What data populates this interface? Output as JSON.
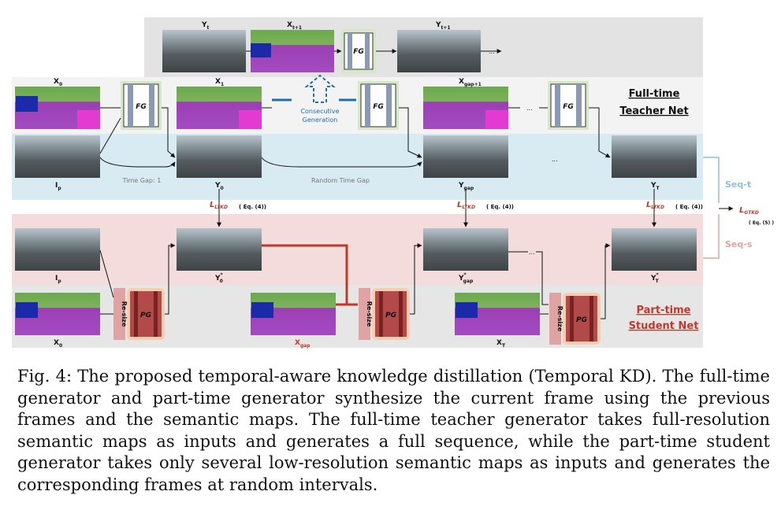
{
  "figure": {
    "top_labels": {
      "yt": "Y",
      "yt_sub": "t",
      "xt1": "X",
      "xt1_sub": "t+1",
      "yt1": "Y",
      "yt1_sub": "t+1"
    },
    "fg": "FG",
    "pg": "PG",
    "resize": "Re-size",
    "teacher_title_1": "Full-time",
    "teacher_title_2": "Teacher Net",
    "student_title_1": "Part-time",
    "student_title_2": "Student Net",
    "consecutive_1": "Consecutive",
    "consecutive_2": "Generation",
    "time_gap": "Time Gap: 1",
    "random_time_gap": "Random Time Gap",
    "seq_t": "Seq-t",
    "seq_s": "Seq-s",
    "ltkd": "L",
    "ltkd_sub": "LTKD",
    "eq4": "( Eq. (4))",
    "lgtkd": "L",
    "lgtkd_sub": "GTKD",
    "eq5": "( Eq. (5) )",
    "ellipsis": "...",
    "labels": {
      "x0": "X",
      "x0_sub": "0",
      "x1": "X",
      "x1_sub": "1",
      "xgap1": "X",
      "xgap1_sub": "gap+1",
      "ip": "I",
      "ip_sub": "p",
      "y0": "Y",
      "y0_sub": "0",
      "ygap": "Y",
      "ygap_sub": "gap",
      "yT": "Y",
      "yT_sub": "T",
      "ip2": "I",
      "ip2_sub": "p",
      "y0s": "Y",
      "y0s_sup": "*",
      "y0s_sub": "0",
      "ygaps": "Y",
      "ygaps_sup": "*",
      "ygaps_sub": "gap",
      "yTs": "Y",
      "yTs_sup": "*",
      "yTs_sub": "T",
      "x0b": "X",
      "x0b_sub": "0",
      "xgapb": "X",
      "xgapb_sub": "gap",
      "xTb": "X",
      "xTb_sub": "T"
    },
    "colors": {
      "teacher_band": "#d8ebf2",
      "student_band": "#f5dcdc",
      "gray_band": "#e6e6e6",
      "red": "#c0392b",
      "blue": "#1f6fa8",
      "seq_t": "#8ec1d6",
      "seq_s": "#e0a3a3"
    }
  },
  "caption": {
    "lead": "Fig. 4:",
    "text": "The proposed temporal-aware knowledge distillation (Temporal KD). The full-time generator and part-time generator synthesize the current frame using the previous frames and the semantic maps. The full-time teacher generator takes full-resolution semantic maps as inputs and generates a full sequence, while the part-time student generator takes only several low-resolution semantic maps as inputs and generates the corresponding frames at random intervals."
  }
}
